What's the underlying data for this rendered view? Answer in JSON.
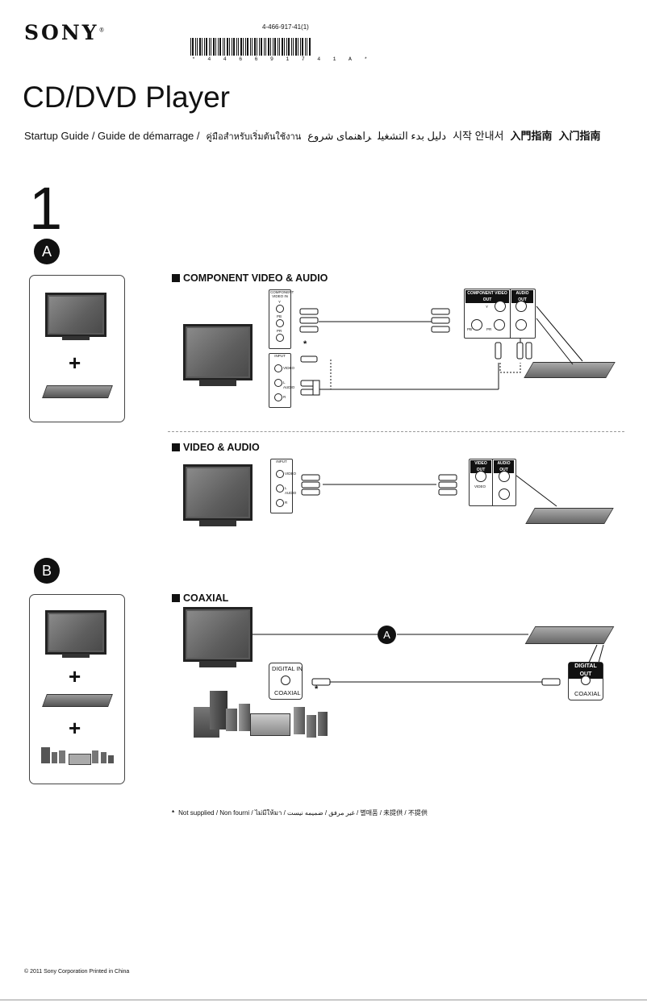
{
  "header": {
    "brand": "SONY",
    "brand_mark": "®",
    "part_number": "4-466-917-41(1)",
    "barcode_digits": "* 4 4 6 6 9 1 7 4 1 A *"
  },
  "title": "CD/DVD Player",
  "subtitle": {
    "en_fr": "Startup Guide / Guide de démarrage /",
    "th": "คู่มือสำหรับเริ่มต้นใช้งาน",
    "ar": "دليل بدء التشغيل",
    "fa": "راهنمای شروع",
    "ko": "시작 안내서",
    "zh_tw": "入門指南",
    "zh_cn": "入门指南"
  },
  "step": "1",
  "labels": {
    "a": "A",
    "b": "B",
    "plus": "+"
  },
  "sections": {
    "component": "COMPONENT VIDEO & AUDIO",
    "video": "VIDEO & AUDIO",
    "coaxial": "COAXIAL"
  },
  "ports": {
    "component_video_in": "COMPONENT VIDEO IN",
    "input": "INPUT",
    "component_video_out": "COMPONENT VIDEO OUT",
    "audio_out": "AUDIO OUT",
    "video_out": "VIDEO OUT",
    "digital_in": "DIGITAL IN",
    "digital_out": "DIGITAL OUT",
    "coaxial": "COAXIAL",
    "video": "VIDEO",
    "audio": "AUDIO",
    "y": "Y",
    "pb": "PB",
    "pr": "PR",
    "l": "L",
    "r": "R"
  },
  "asterisk": "*",
  "footnote": {
    "star": "*",
    "text": "Not supplied / Non fourni / ไม่มีให้มา / غير مرفق / ضميمه نيست / 별매품 / 未提供 / 不提供"
  },
  "copyright": "© 2011 Sony Corporation  Printed in China"
}
